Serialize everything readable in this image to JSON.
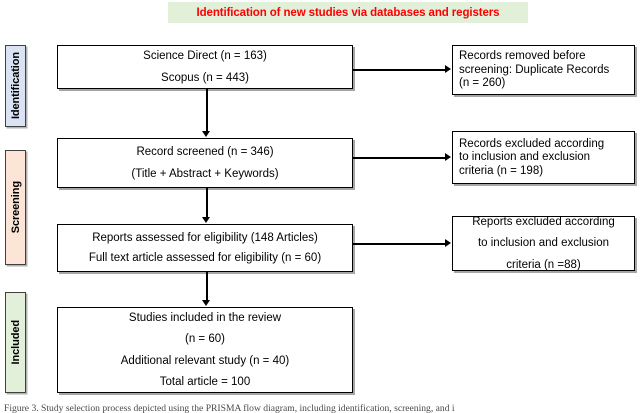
{
  "banner": {
    "text": "Identification of new studies via databases and registers",
    "background_color": "#e2efd9",
    "text_color": "#ff0000"
  },
  "stages": [
    {
      "label": "Identification",
      "color": "#dae3f3"
    },
    {
      "label": "Screening",
      "color": "#fce4d6"
    },
    {
      "label": "Included",
      "color": "#e2efd9"
    }
  ],
  "flow": {
    "sources": {
      "line1": "Science Direct (n = 163)",
      "line2": "Scopus (n = 443)"
    },
    "removed": {
      "line1": "Records removed before",
      "line2": "screening: Duplicate Records",
      "line3": "(n = 260)"
    },
    "screened": {
      "line1": "Record screened (n = 346)",
      "line2": "(Title + Abstract + Keywords)"
    },
    "excluded_records": {
      "line1": "Records excluded according",
      "line2": "to inclusion and exclusion",
      "line3": "criteria (n = 198)"
    },
    "eligibility": {
      "line1": "Reports assessed for eligibility (148 Articles)",
      "line2": "Full text article assessed for eligibility (n = 60)"
    },
    "excluded_reports": {
      "line1": "Reports excluded according",
      "line2": "to inclusion and exclusion",
      "line3": "criteria (n =88)"
    },
    "included": {
      "line1": "Studies included in the review",
      "line2": "(n = 60)",
      "line3": "Additional relevant study (n = 40)",
      "line4": "Total article = 100"
    }
  },
  "caption": {
    "text": "Figure 3. Study selection process depicted using the PRISMA flow diagram, including identification, screening, and i"
  }
}
